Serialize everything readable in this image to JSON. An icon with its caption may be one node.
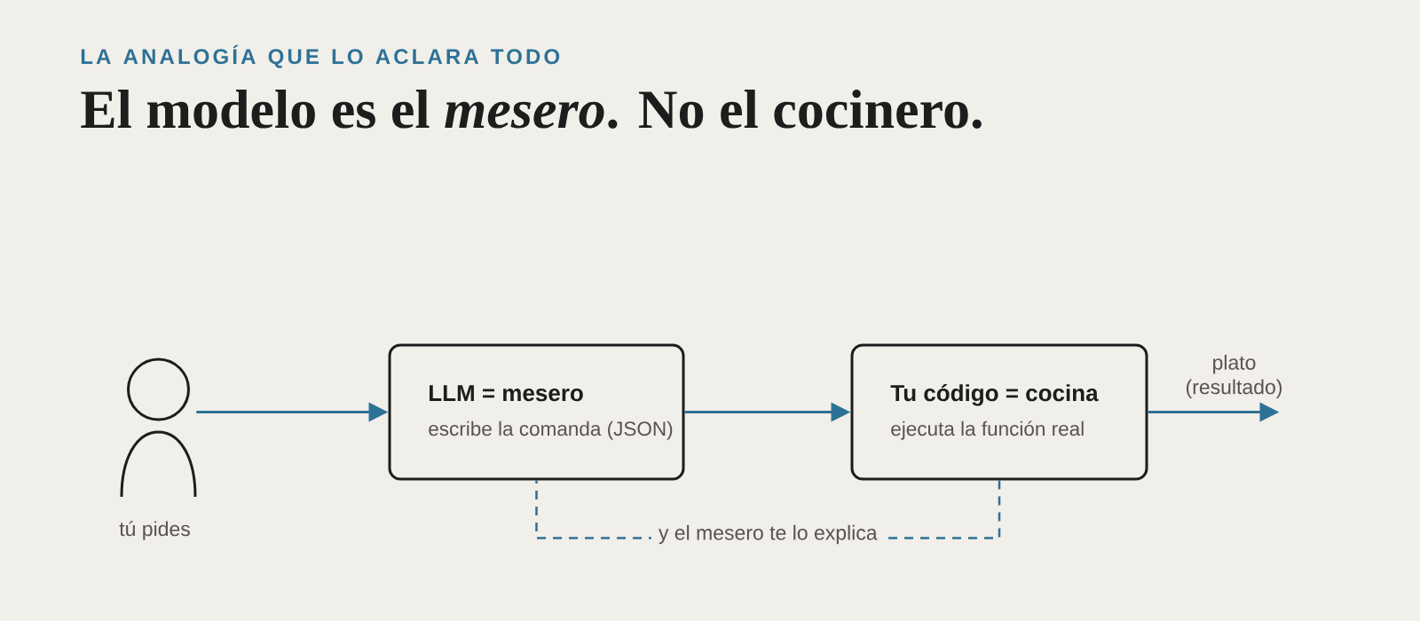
{
  "diagram": {
    "title": "El modelo es el *mesero*. No el cocinero.",
    "nodes": [
      {
        "text": [],
        "shape": "person",
        "beside": [
          "tú pides"
        ]
      },
      {
        "text": [
          "LLM = mesero",
          "escribe la comanda (JSON)"
        ]
      },
      {
        "text": [
          "Tu código = cocina",
          "ejecuta la función real"
        ]
      }
    ],
    "edges": [
      {
        "from": 0,
        "to": 1,
        "arrow": "to"
      },
      {
        "from": 1,
        "to": 2,
        "arrow": "to"
      },
      {
        "from": 2,
        "to": null,
        "arrow": "to",
        "label": "plato (resultado)"
      },
      {
        "from": 2,
        "to": 1,
        "arrow": "none",
        "label": "y el mesero te lo explica",
        "style": "dashed"
      }
    ],
    "labels": [
      "LA ANALOGÍA QUE LO ACLARA TODO"
    ]
  }
}
